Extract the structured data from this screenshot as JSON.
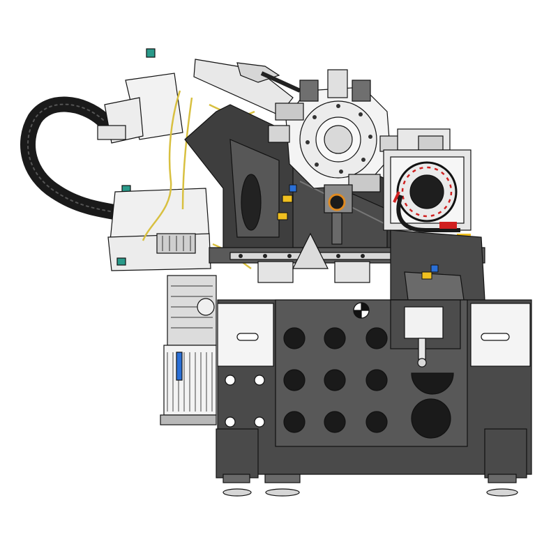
{
  "image": {
    "subject": "cnc-turning-machine-side-view",
    "style": "cad-line-rendering"
  },
  "colors": {
    "background": "#ffffff",
    "frame": "#4a4a4a",
    "frame_dark": "#3a3a3a",
    "panel": "#f2f2f2",
    "outline": "#111111",
    "hose": "#1a1a1a",
    "steel": "#d8d8d8",
    "cable_yellow": "#e0c84a",
    "accent_red": "#d02020",
    "accent_yellow": "#f0c020",
    "accent_blue": "#2a6fd6",
    "accent_teal": "#2a9a8a",
    "accent_orange": "#e08a20"
  },
  "parts": {
    "hydraulic_hose": "hose",
    "turret": "turret",
    "spindle": "spindle",
    "hydraulic_unit": "hydraulic-unit",
    "electrical_box": "electrical-box",
    "tailstock": "tailstock"
  }
}
